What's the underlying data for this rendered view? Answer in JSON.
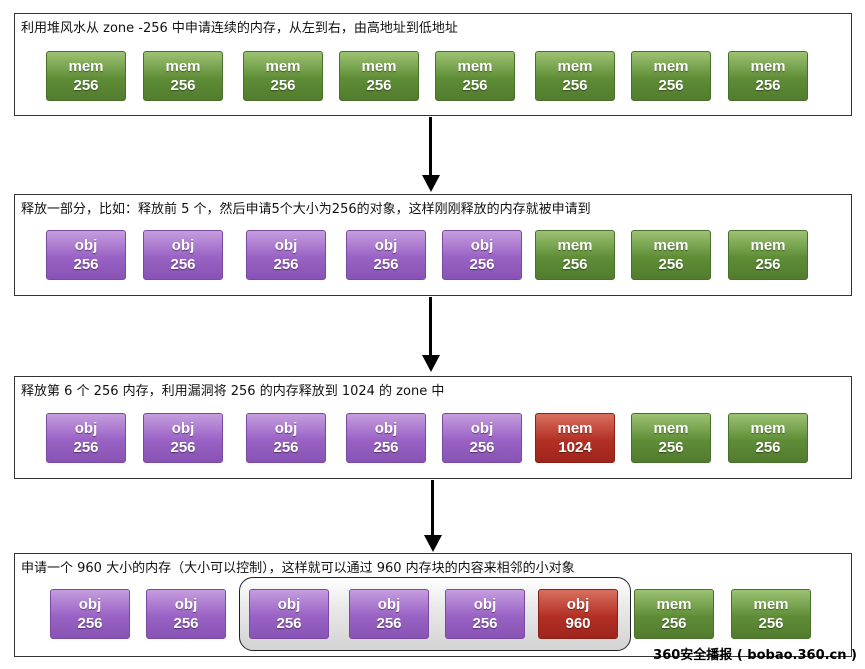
{
  "panels": [
    {
      "title": "利用堆风水从 zone -256 中申请连续的内存，从左到右，由高地址到低地址",
      "blocks": [
        {
          "line1": "mem",
          "line2": "256",
          "color": "green"
        },
        {
          "line1": "mem",
          "line2": "256",
          "color": "green"
        },
        {
          "line1": "mem",
          "line2": "256",
          "color": "green"
        },
        {
          "line1": "mem",
          "line2": "256",
          "color": "green"
        },
        {
          "line1": "mem",
          "line2": "256",
          "color": "green"
        },
        {
          "line1": "mem",
          "line2": "256",
          "color": "green"
        },
        {
          "line1": "mem",
          "line2": "256",
          "color": "green"
        },
        {
          "line1": "mem",
          "line2": "256",
          "color": "green"
        }
      ]
    },
    {
      "title": "释放一部分，比如：释放前 5 个，然后申请5个大小为256的对象，这样刚刚释放的内存就被申请到",
      "blocks": [
        {
          "line1": "obj",
          "line2": "256",
          "color": "purple"
        },
        {
          "line1": "obj",
          "line2": "256",
          "color": "purple"
        },
        {
          "line1": "obj",
          "line2": "256",
          "color": "purple"
        },
        {
          "line1": "obj",
          "line2": "256",
          "color": "purple"
        },
        {
          "line1": "obj",
          "line2": "256",
          "color": "purple"
        },
        {
          "line1": "mem",
          "line2": "256",
          "color": "green"
        },
        {
          "line1": "mem",
          "line2": "256",
          "color": "green"
        },
        {
          "line1": "mem",
          "line2": "256",
          "color": "green"
        }
      ]
    },
    {
      "title": "释放第 6 个 256 内存，利用漏洞将 256 的内存释放到 1024 的 zone 中",
      "blocks": [
        {
          "line1": "obj",
          "line2": "256",
          "color": "purple"
        },
        {
          "line1": "obj",
          "line2": "256",
          "color": "purple"
        },
        {
          "line1": "obj",
          "line2": "256",
          "color": "purple"
        },
        {
          "line1": "obj",
          "line2": "256",
          "color": "purple"
        },
        {
          "line1": "obj",
          "line2": "256",
          "color": "purple"
        },
        {
          "line1": "mem",
          "line2": "1024",
          "color": "red"
        },
        {
          "line1": "mem",
          "line2": "256",
          "color": "green"
        },
        {
          "line1": "mem",
          "line2": "256",
          "color": "green"
        }
      ]
    },
    {
      "title": "申请一个 960 大小的内存（大小可以控制），这样就可以通过 960 内存块的内容来相邻的小对象",
      "blocks": [
        {
          "line1": "obj",
          "line2": "256",
          "color": "purple"
        },
        {
          "line1": "obj",
          "line2": "256",
          "color": "purple"
        },
        {
          "line1": "obj",
          "line2": "256",
          "color": "purple"
        },
        {
          "line1": "obj",
          "line2": "256",
          "color": "purple"
        },
        {
          "line1": "obj",
          "line2": "256",
          "color": "purple"
        },
        {
          "line1": "obj",
          "line2": "960",
          "color": "red"
        },
        {
          "line1": "mem",
          "line2": "256",
          "color": "green"
        },
        {
          "line1": "mem",
          "line2": "256",
          "color": "green"
        }
      ]
    }
  ],
  "colors": {
    "green": "#5f8d36",
    "purple": "#9962c4",
    "red": "#b32f24",
    "border": "#333333"
  },
  "watermark": "360安全播报 ( bobao.360.cn )"
}
